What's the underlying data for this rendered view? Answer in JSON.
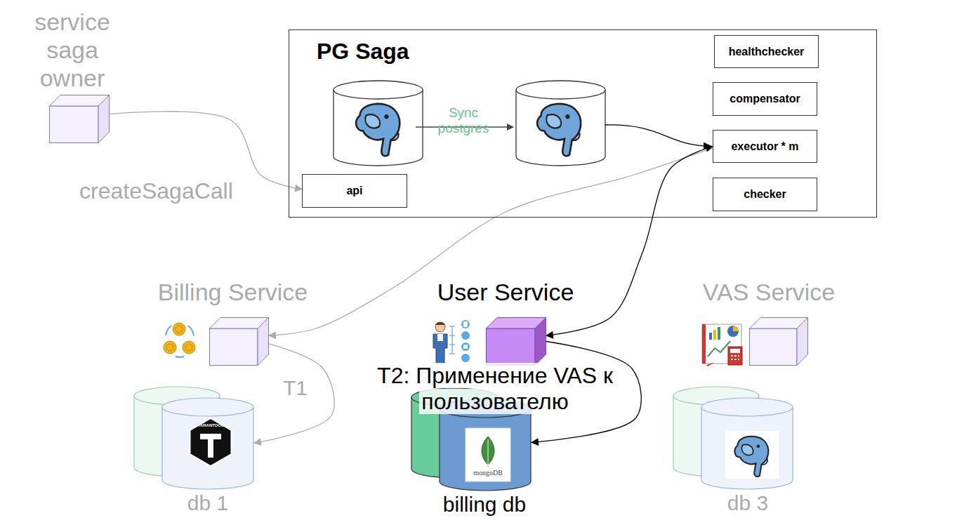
{
  "diagram": {
    "nodes": [
      {
        "text": [
          "service saga owner"
        ]
      },
      {
        "text": [
          "PG Saga"
        ]
      },
      {
        "text": [
          "healthchecker"
        ],
        "in": 1
      },
      {
        "text": [
          "compensator"
        ],
        "in": 1
      },
      {
        "text": [
          "executor * m"
        ],
        "in": 1
      },
      {
        "text": [
          "api"
        ],
        "in": 1
      },
      {
        "text": [
          "checker"
        ],
        "in": 1
      },
      {
        "text": [
          "Billing Service"
        ]
      },
      {
        "text": [
          "User Service"
        ]
      },
      {
        "text": [
          "VAS Service"
        ]
      },
      {
        "text": [
          "db 1"
        ]
      },
      {
        "text": [
          "billing db"
        ]
      },
      {
        "text": [
          "db 3"
        ]
      }
    ],
    "edges": [
      {
        "from": 0,
        "to": 5,
        "label": "createSagaCall",
        "arrow": "to"
      },
      {
        "from": 4,
        "to": 7,
        "arrow": "to"
      },
      {
        "from": 7,
        "to": 10,
        "label": "T1",
        "arrow": "to"
      },
      {
        "from": 4,
        "to": 8,
        "arrow": "both"
      },
      {
        "from": 8,
        "to": 11,
        "label": "T2: Применение VAS к пользователю",
        "arrow": "to"
      }
    ],
    "labels": [
      "Sync postgres",
      "TARANTOOL",
      "mongoDB"
    ]
  }
}
